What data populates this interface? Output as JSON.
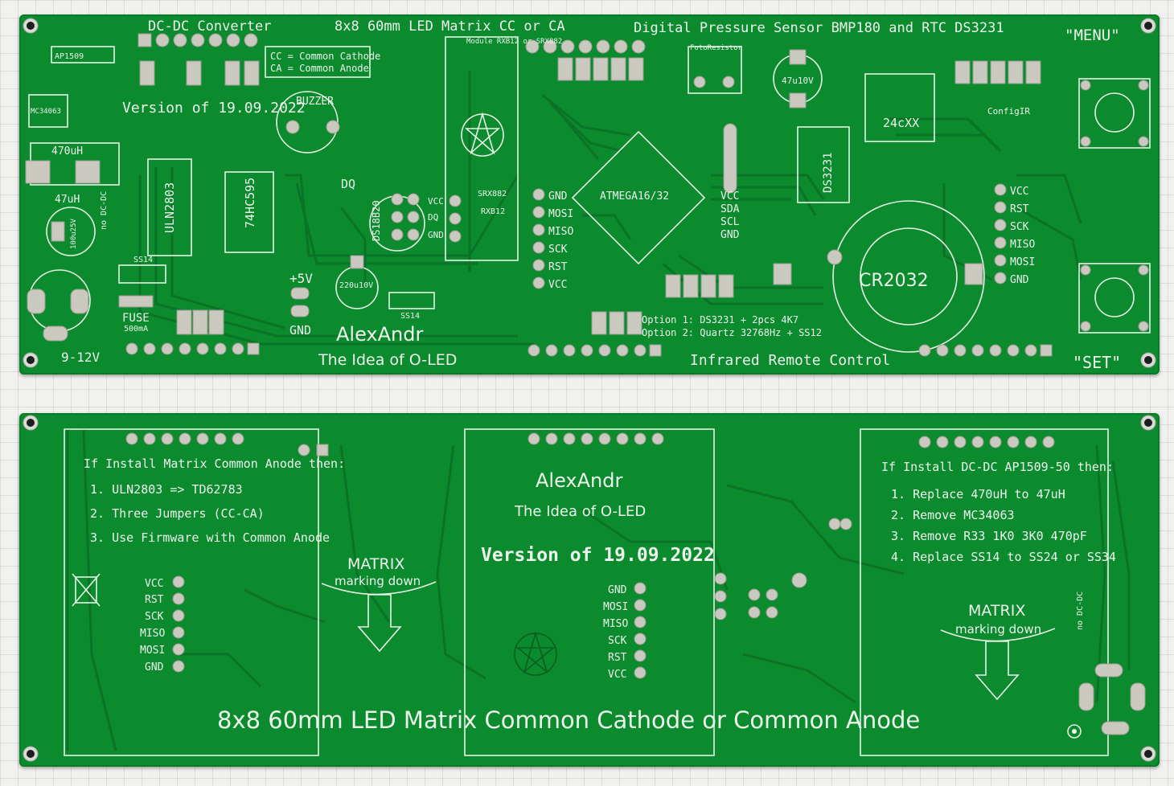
{
  "top": {
    "title_dcdc": "DC-DC Converter",
    "title_matrix": "8x8 60mm LED Matrix CC or CA",
    "title_sensor": "Digital Pressure Sensor BMP180 and RTC DS3231",
    "menu_label": "\"MENU\"",
    "set_label": "\"SET\"",
    "legend_cc": "CC = Common Cathode",
    "legend_ca": "CA = Common Anode",
    "version": "Version of 19.09.2022",
    "buzzer": "BUZZER",
    "mcu": "ATMEGA16/32",
    "uln": "ULN2803",
    "shift": "74HC595",
    "ds18b20": "DS18B20",
    "dq": "DQ",
    "ds3231": "DS3231",
    "eeprom": "24cXX",
    "battery": "CR2032",
    "voltage_in": "9-12V",
    "fuse": "FUSE",
    "fuse_rating": "500mA",
    "plus5v": "+5V",
    "gnd": "GND",
    "author": "AlexAndr",
    "idea": "The Idea of O-LED",
    "option1": "Option 1: DS3231 + 2pcs 4K7",
    "option2": "Option 2: Quartz 32768Hz + SS12",
    "infrared": "Infrared Remote Control",
    "module_rx": "Module RXB12 or SRX882",
    "foto": "FotoResistor",
    "config_ir": "ConfigIR",
    "cap_470": "470uH",
    "cap_47": "47uH",
    "cap_100": "100u25V",
    "cap_220": "220u10V",
    "cap_47u10": "47u10V",
    "no_dcdc": "no DC-DC",
    "ap1509": "AP1509",
    "mc34063": "MC34063",
    "ss14": "SS14",
    "isp_pins": [
      "GND",
      "MOSI",
      "MISO",
      "SCK",
      "RST",
      "VCC"
    ],
    "isp_pins_right": [
      "VCC",
      "RST",
      "SCK",
      "MISO",
      "MOSI",
      "GND"
    ],
    "i2c_pins": [
      "VCC",
      "SDA",
      "SCL",
      "GND"
    ],
    "ds_pins": [
      "VCC",
      "DQ",
      "GND"
    ],
    "rx_pins": [
      "SRX882",
      "RXB12"
    ]
  },
  "bottom": {
    "left_title": "If Install Matrix Common Anode then:",
    "left_steps": [
      "1. ULN2803 => TD62783",
      "2. Three Jumpers (CC-CA)",
      "3. Use Firmware with Common Anode"
    ],
    "right_title": "If Install DC-DC AP1509-50 then:",
    "right_steps": [
      "1. Replace 470uH to 47uH",
      "2. Remove MC34063",
      "3. Remove R33 1K0 3K0 470pF",
      "4. Replace SS14 to SS24 or SS34"
    ],
    "author": "AlexAndr",
    "idea": "The Idea of O-LED",
    "version": "Version of 19.09.2022",
    "matrix_arrow_title": "MATRIX",
    "matrix_arrow_sub": "marking down",
    "footer": "8x8 60mm LED Matrix Common Cathode or Common Anode",
    "isp_left": [
      "VCC",
      "RST",
      "SCK",
      "MISO",
      "MOSI",
      "GND"
    ],
    "isp_mid": [
      "GND",
      "MOSI",
      "MISO",
      "SCK",
      "RST",
      "VCC"
    ],
    "no_dcdc": "no DC-DC"
  },
  "colors": {
    "pcb_green": "#0c8a2e",
    "silkscreen": "#ecf5ec",
    "pad": "#c9c9c0"
  }
}
